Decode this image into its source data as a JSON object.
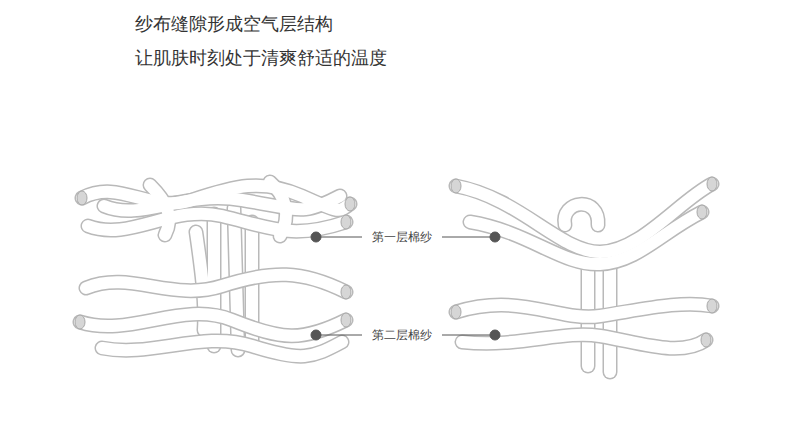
{
  "diagram": {
    "title": "纱布缝隙形成空气层结构",
    "labels": [
      "让肌肤时刻处于清爽舒适的温度",
      "第一层棉纱",
      "第二层棉纱"
    ]
  }
}
